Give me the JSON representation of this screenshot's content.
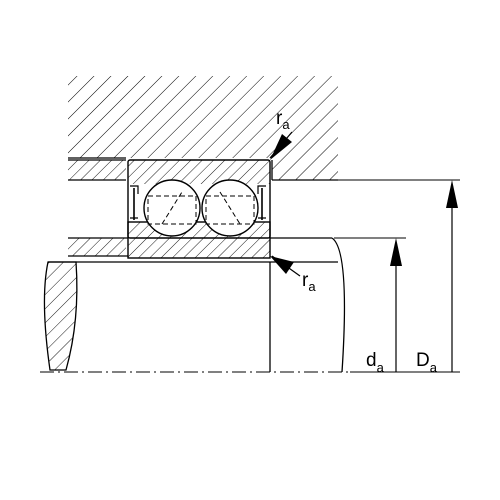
{
  "labels": {
    "ra_top": {
      "main": "r",
      "sub": "a"
    },
    "ra_bottom": {
      "main": "r",
      "sub": "a"
    },
    "da": {
      "main": "d",
      "sub": "a"
    },
    "Da": {
      "main": "D",
      "sub": "a"
    }
  },
  "colors": {
    "line": "#000000",
    "hatch": "#000000",
    "background": "#ffffff"
  }
}
